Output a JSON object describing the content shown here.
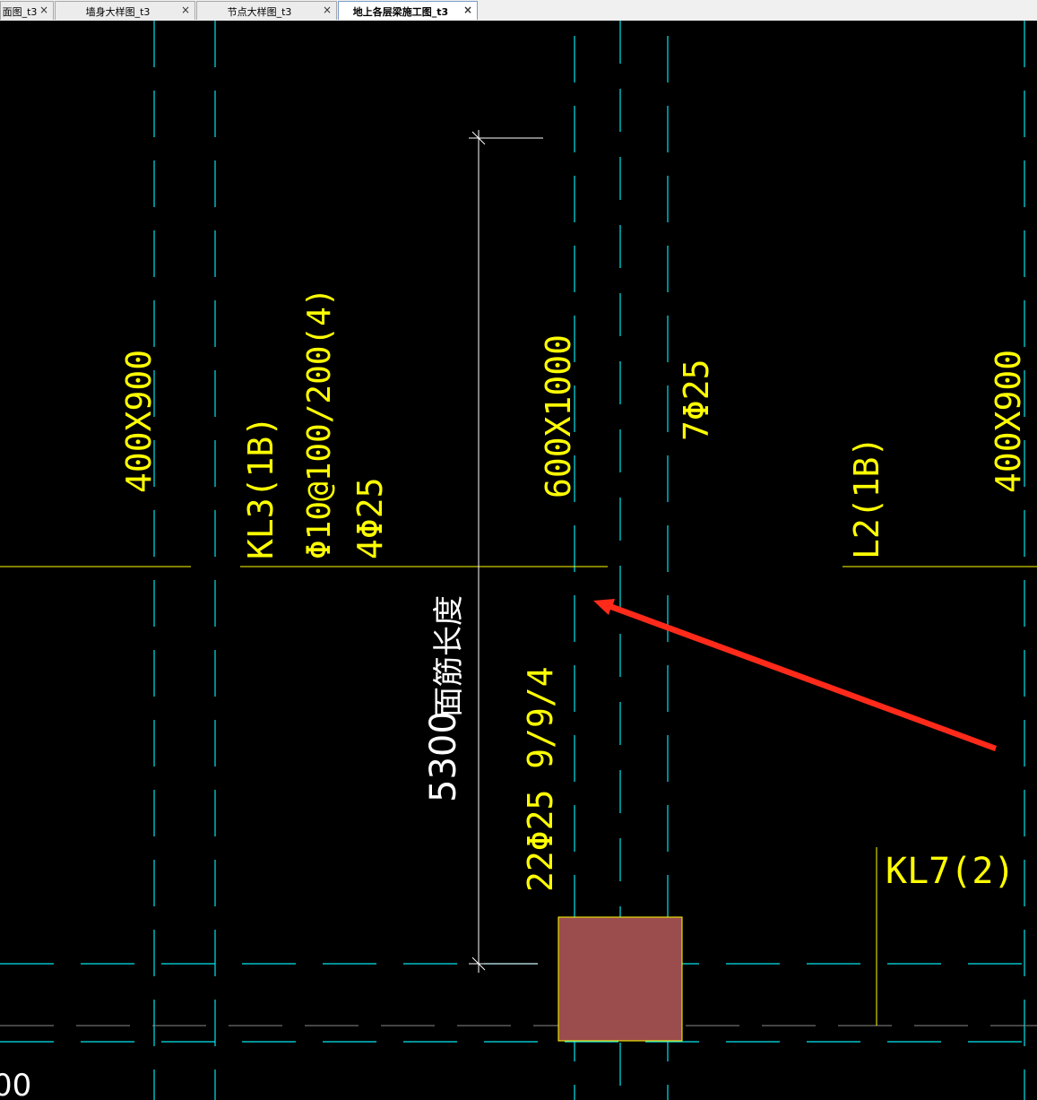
{
  "tabs": [
    {
      "label": "面图_t3",
      "active": false
    },
    {
      "label": "墙身大样图_t3",
      "active": false
    },
    {
      "label": "节点大样图_t3",
      "active": false
    },
    {
      "label": "地上各层梁施工图_t3",
      "active": true
    }
  ],
  "tab_close_glyph": "×",
  "drawing": {
    "beam_left_size": "400X900",
    "beam_right_size": "400X900",
    "beam_mid_size": "600X1000",
    "kl3_name": "KL3(1B)",
    "kl3_stirrup": "Φ10@100/200(4)",
    "kl3_top_bars": "4Φ25",
    "mid_side_bars": "7Φ25",
    "l2_name": "L2(1B)",
    "dim_length": "5300",
    "dim_label": "面筋长度",
    "bottom_bars": "22Φ25 9/9/4",
    "kl7_name": "KL7(2)",
    "corner_text": "00"
  },
  "colors": {
    "axis_lines": "#00e5ee",
    "annotation": "#ffff00",
    "dimension": "#ffffff",
    "column_fill": "#9b4c4c",
    "arrow": "#ff2a1a"
  }
}
